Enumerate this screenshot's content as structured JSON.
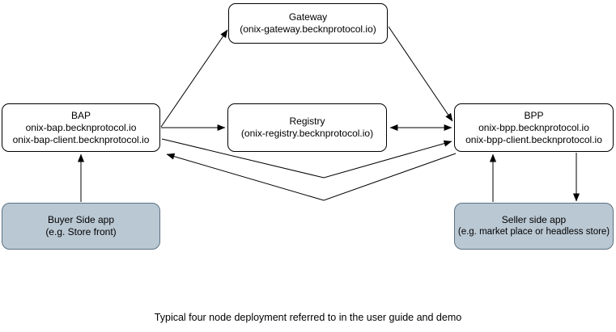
{
  "caption": "Typical four node deployment referred to in the user guide and demo",
  "nodes": {
    "gateway": {
      "title": "Gateway",
      "subtitle": "(onix-gateway.becknprotocol.io)"
    },
    "bap": {
      "title": "BAP",
      "host": "onix-bap.becknprotocol.io",
      "client_host": "onix-bap-client.becknprotocol.io"
    },
    "registry": {
      "title": "Registry",
      "subtitle": "(onix-registry.becknprotocol.io)"
    },
    "bpp": {
      "title": "BPP",
      "host": "onix-bpp.becknprotocol.io",
      "client_host": "onix-bpp-client.becknprotocol.io"
    },
    "buyer_app": {
      "title": "Buyer Side app",
      "subtitle": "(e.g. Store front)"
    },
    "seller_app": {
      "title": "Seller side app",
      "subtitle": "(e.g. market place or headless store)"
    }
  },
  "edges": [
    {
      "from": "bap",
      "to": "gateway",
      "direction": "one-way"
    },
    {
      "from": "bap",
      "to": "registry",
      "direction": "one-way"
    },
    {
      "from": "gateway",
      "to": "bpp",
      "direction": "one-way"
    },
    {
      "from": "registry",
      "to": "bpp",
      "direction": "two-way"
    },
    {
      "from": "bap",
      "to": "bpp",
      "direction": "one-way"
    },
    {
      "from": "bpp",
      "to": "bap",
      "direction": "one-way"
    },
    {
      "from": "buyer_app",
      "to": "bap",
      "direction": "one-way"
    },
    {
      "from": "seller_app",
      "to": "bpp",
      "direction": "one-way"
    },
    {
      "from": "bpp",
      "to": "seller_app",
      "direction": "one-way"
    }
  ],
  "colors": {
    "background": "#ffffff",
    "node_fill": "#ffffff",
    "node_stroke": "#000000",
    "app_node_fill": "#bac8d3",
    "app_node_stroke": "#5a7182",
    "arrow": "#000000"
  }
}
